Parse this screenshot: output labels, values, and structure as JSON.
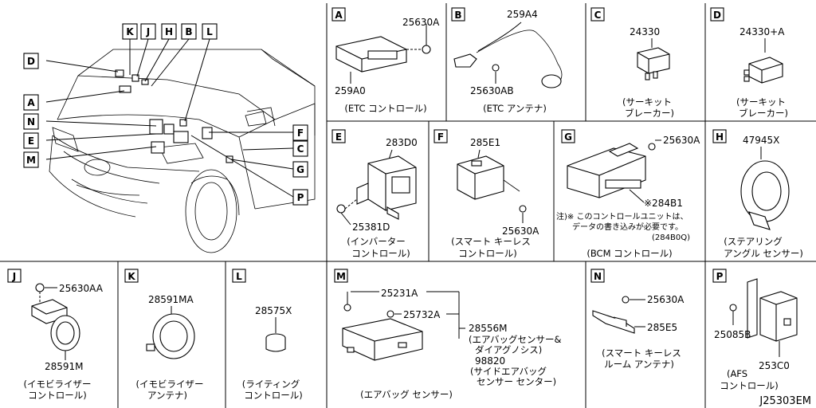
{
  "diagram_id": "J25303EM",
  "callout_letters": [
    "K",
    "J",
    "H",
    "B",
    "L",
    "D",
    "A",
    "N",
    "E",
    "M",
    "F",
    "C",
    "G",
    "P"
  ],
  "panels": {
    "A": {
      "letter": "A",
      "parts": [
        "25630A",
        "259A0"
      ],
      "caption": "(ETC コントロール)"
    },
    "B": {
      "letter": "B",
      "parts": [
        "259A4",
        "25630AB"
      ],
      "caption": "(ETC アンテナ)"
    },
    "C": {
      "letter": "C",
      "parts": [
        "24330"
      ],
      "caption_lines": [
        "(サーキット",
        "ブレーカー)"
      ]
    },
    "D": {
      "letter": "D",
      "parts": [
        "24330+A"
      ],
      "caption_lines": [
        "(サーキット",
        "ブレーカー)"
      ]
    },
    "E": {
      "letter": "E",
      "parts": [
        "283D0",
        "25381D"
      ],
      "caption_lines": [
        "(インバーター",
        "コントロール)"
      ]
    },
    "F": {
      "letter": "F",
      "parts": [
        "285E1",
        "25630A"
      ],
      "caption_lines": [
        "(スマート キーレス",
        "コントロール)"
      ]
    },
    "G": {
      "letter": "G",
      "parts": [
        "25630A",
        "※284B1"
      ],
      "note_lines": [
        "注)※ このコントロールユニットは、",
        "データの書き込みが必要です。",
        "(284B0Q)"
      ],
      "caption": "(BCM コントロール)"
    },
    "H": {
      "letter": "H",
      "parts": [
        "47945X"
      ],
      "caption_lines": [
        "(ステアリング",
        "アングル センサー)"
      ]
    },
    "J": {
      "letter": "J",
      "parts": [
        "25630AA",
        "28591M"
      ],
      "caption_lines": [
        "(イモビライザー",
        "コントロール)"
      ]
    },
    "K": {
      "letter": "K",
      "parts": [
        "28591MA"
      ],
      "caption_lines": [
        "(イモビライザー",
        "アンテナ)"
      ]
    },
    "L": {
      "letter": "L",
      "parts": [
        "28575X"
      ],
      "caption_lines": [
        "(ライティング",
        "コントロール)"
      ]
    },
    "M": {
      "letter": "M",
      "parts": [
        "25231A",
        "25732A",
        "28556M",
        "98820"
      ],
      "desc_28556M": [
        "(エアバッグセンサー&",
        "ダイアグノシス)"
      ],
      "desc_98820": [
        "(サイドエアバッグ",
        "センサー センター)"
      ],
      "caption": "(エアバッグ センサー)"
    },
    "N": {
      "letter": "N",
      "parts": [
        "25630A",
        "285E5"
      ],
      "caption_lines": [
        "(スマート キーレス",
        "ルーム アンテナ)"
      ]
    },
    "P": {
      "letter": "P",
      "parts": [
        "25085B",
        "253C0"
      ],
      "caption_lines": [
        "(AFS",
        "コントロール)"
      ]
    }
  }
}
